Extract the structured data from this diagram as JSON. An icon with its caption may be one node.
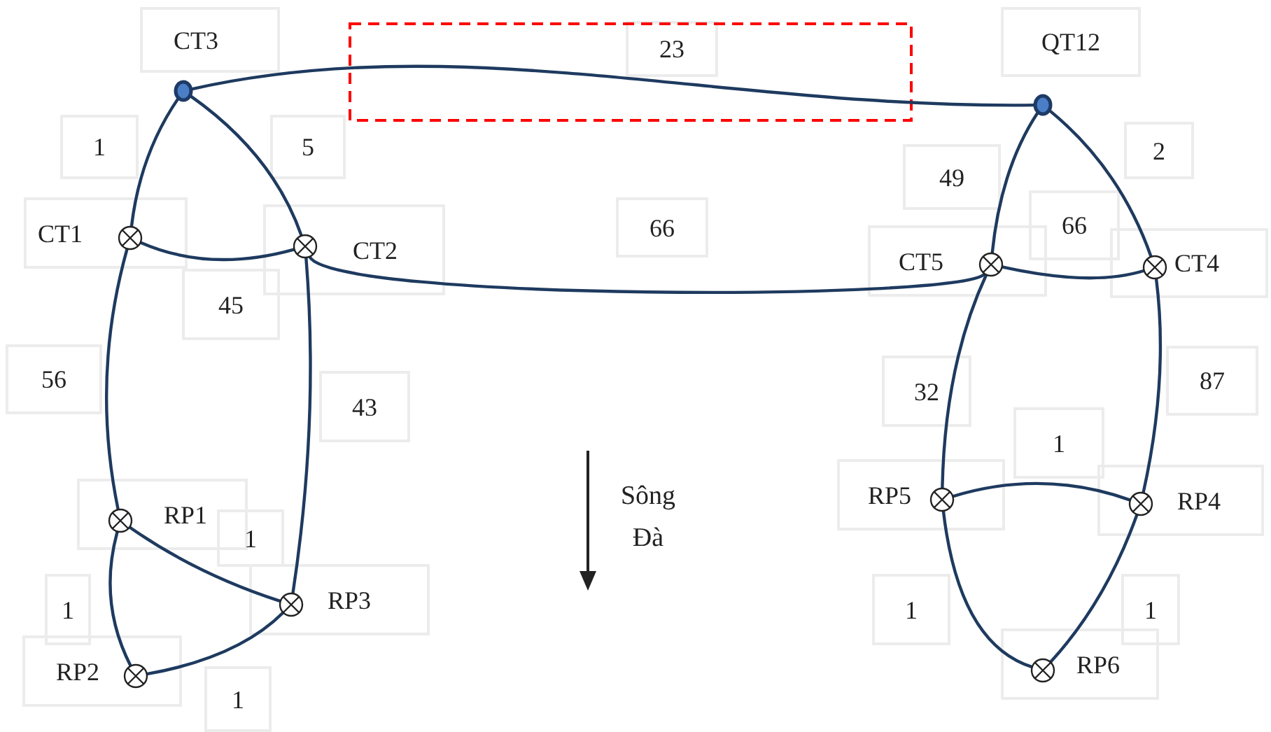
{
  "diagram": {
    "nodes": [
      {
        "text": [],
        "shape": "dot",
        "beside": [
          "CT3"
        ]
      },
      {
        "text": [],
        "shape": "dot",
        "beside": [
          "QT12"
        ]
      },
      {
        "text": [],
        "shape": "circle",
        "beside": [
          "CT1"
        ]
      },
      {
        "text": [],
        "shape": "circle",
        "beside": [
          "CT2"
        ]
      },
      {
        "text": [],
        "shape": "circle",
        "beside": [
          "CT5"
        ]
      },
      {
        "text": [],
        "shape": "circle",
        "beside": [
          "CT4"
        ]
      },
      {
        "text": [],
        "shape": "circle",
        "beside": [
          "RP1"
        ]
      },
      {
        "text": [],
        "shape": "circle",
        "beside": [
          "RP3"
        ]
      },
      {
        "text": [],
        "shape": "circle",
        "beside": [
          "RP2"
        ]
      },
      {
        "text": [],
        "shape": "circle",
        "beside": [
          "RP5"
        ]
      },
      {
        "text": [],
        "shape": "circle",
        "beside": [
          "RP4"
        ]
      },
      {
        "text": [],
        "shape": "circle",
        "beside": [
          "RP6"
        ]
      }
    ],
    "edges": [
      {
        "from": 0,
        "to": 1,
        "arrow": "none",
        "label": "23"
      },
      {
        "from": 0,
        "to": 2,
        "arrow": "none",
        "label": "1"
      },
      {
        "from": 0,
        "to": 3,
        "arrow": "none",
        "label": "5"
      },
      {
        "from": 2,
        "to": 3,
        "arrow": "none",
        "label": "45"
      },
      {
        "from": 2,
        "to": 6,
        "arrow": "none",
        "label": "56"
      },
      {
        "from": 3,
        "to": 7,
        "arrow": "none",
        "label": "43"
      },
      {
        "from": 3,
        "to": 4,
        "arrow": "none",
        "label": "66"
      },
      {
        "from": 6,
        "to": 7,
        "arrow": "none",
        "label": "1"
      },
      {
        "from": 6,
        "to": 8,
        "arrow": "none",
        "label": "1"
      },
      {
        "from": 8,
        "to": 7,
        "arrow": "none",
        "label": "1"
      },
      {
        "from": 1,
        "to": 4,
        "arrow": "none",
        "label": "49"
      },
      {
        "from": 1,
        "to": 5,
        "arrow": "none",
        "label": "2"
      },
      {
        "from": 4,
        "to": 5,
        "arrow": "none",
        "label": "66"
      },
      {
        "from": 4,
        "to": 9,
        "arrow": "none",
        "label": "32"
      },
      {
        "from": 5,
        "to": 10,
        "arrow": "none",
        "label": "87"
      },
      {
        "from": 9,
        "to": 10,
        "arrow": "none",
        "label": "1"
      },
      {
        "from": 9,
        "to": 11,
        "arrow": "none",
        "label": "1"
      },
      {
        "from": 10,
        "to": 11,
        "arrow": "none",
        "label": "1"
      }
    ],
    "labels": [
      "Sông Đà"
    ]
  }
}
